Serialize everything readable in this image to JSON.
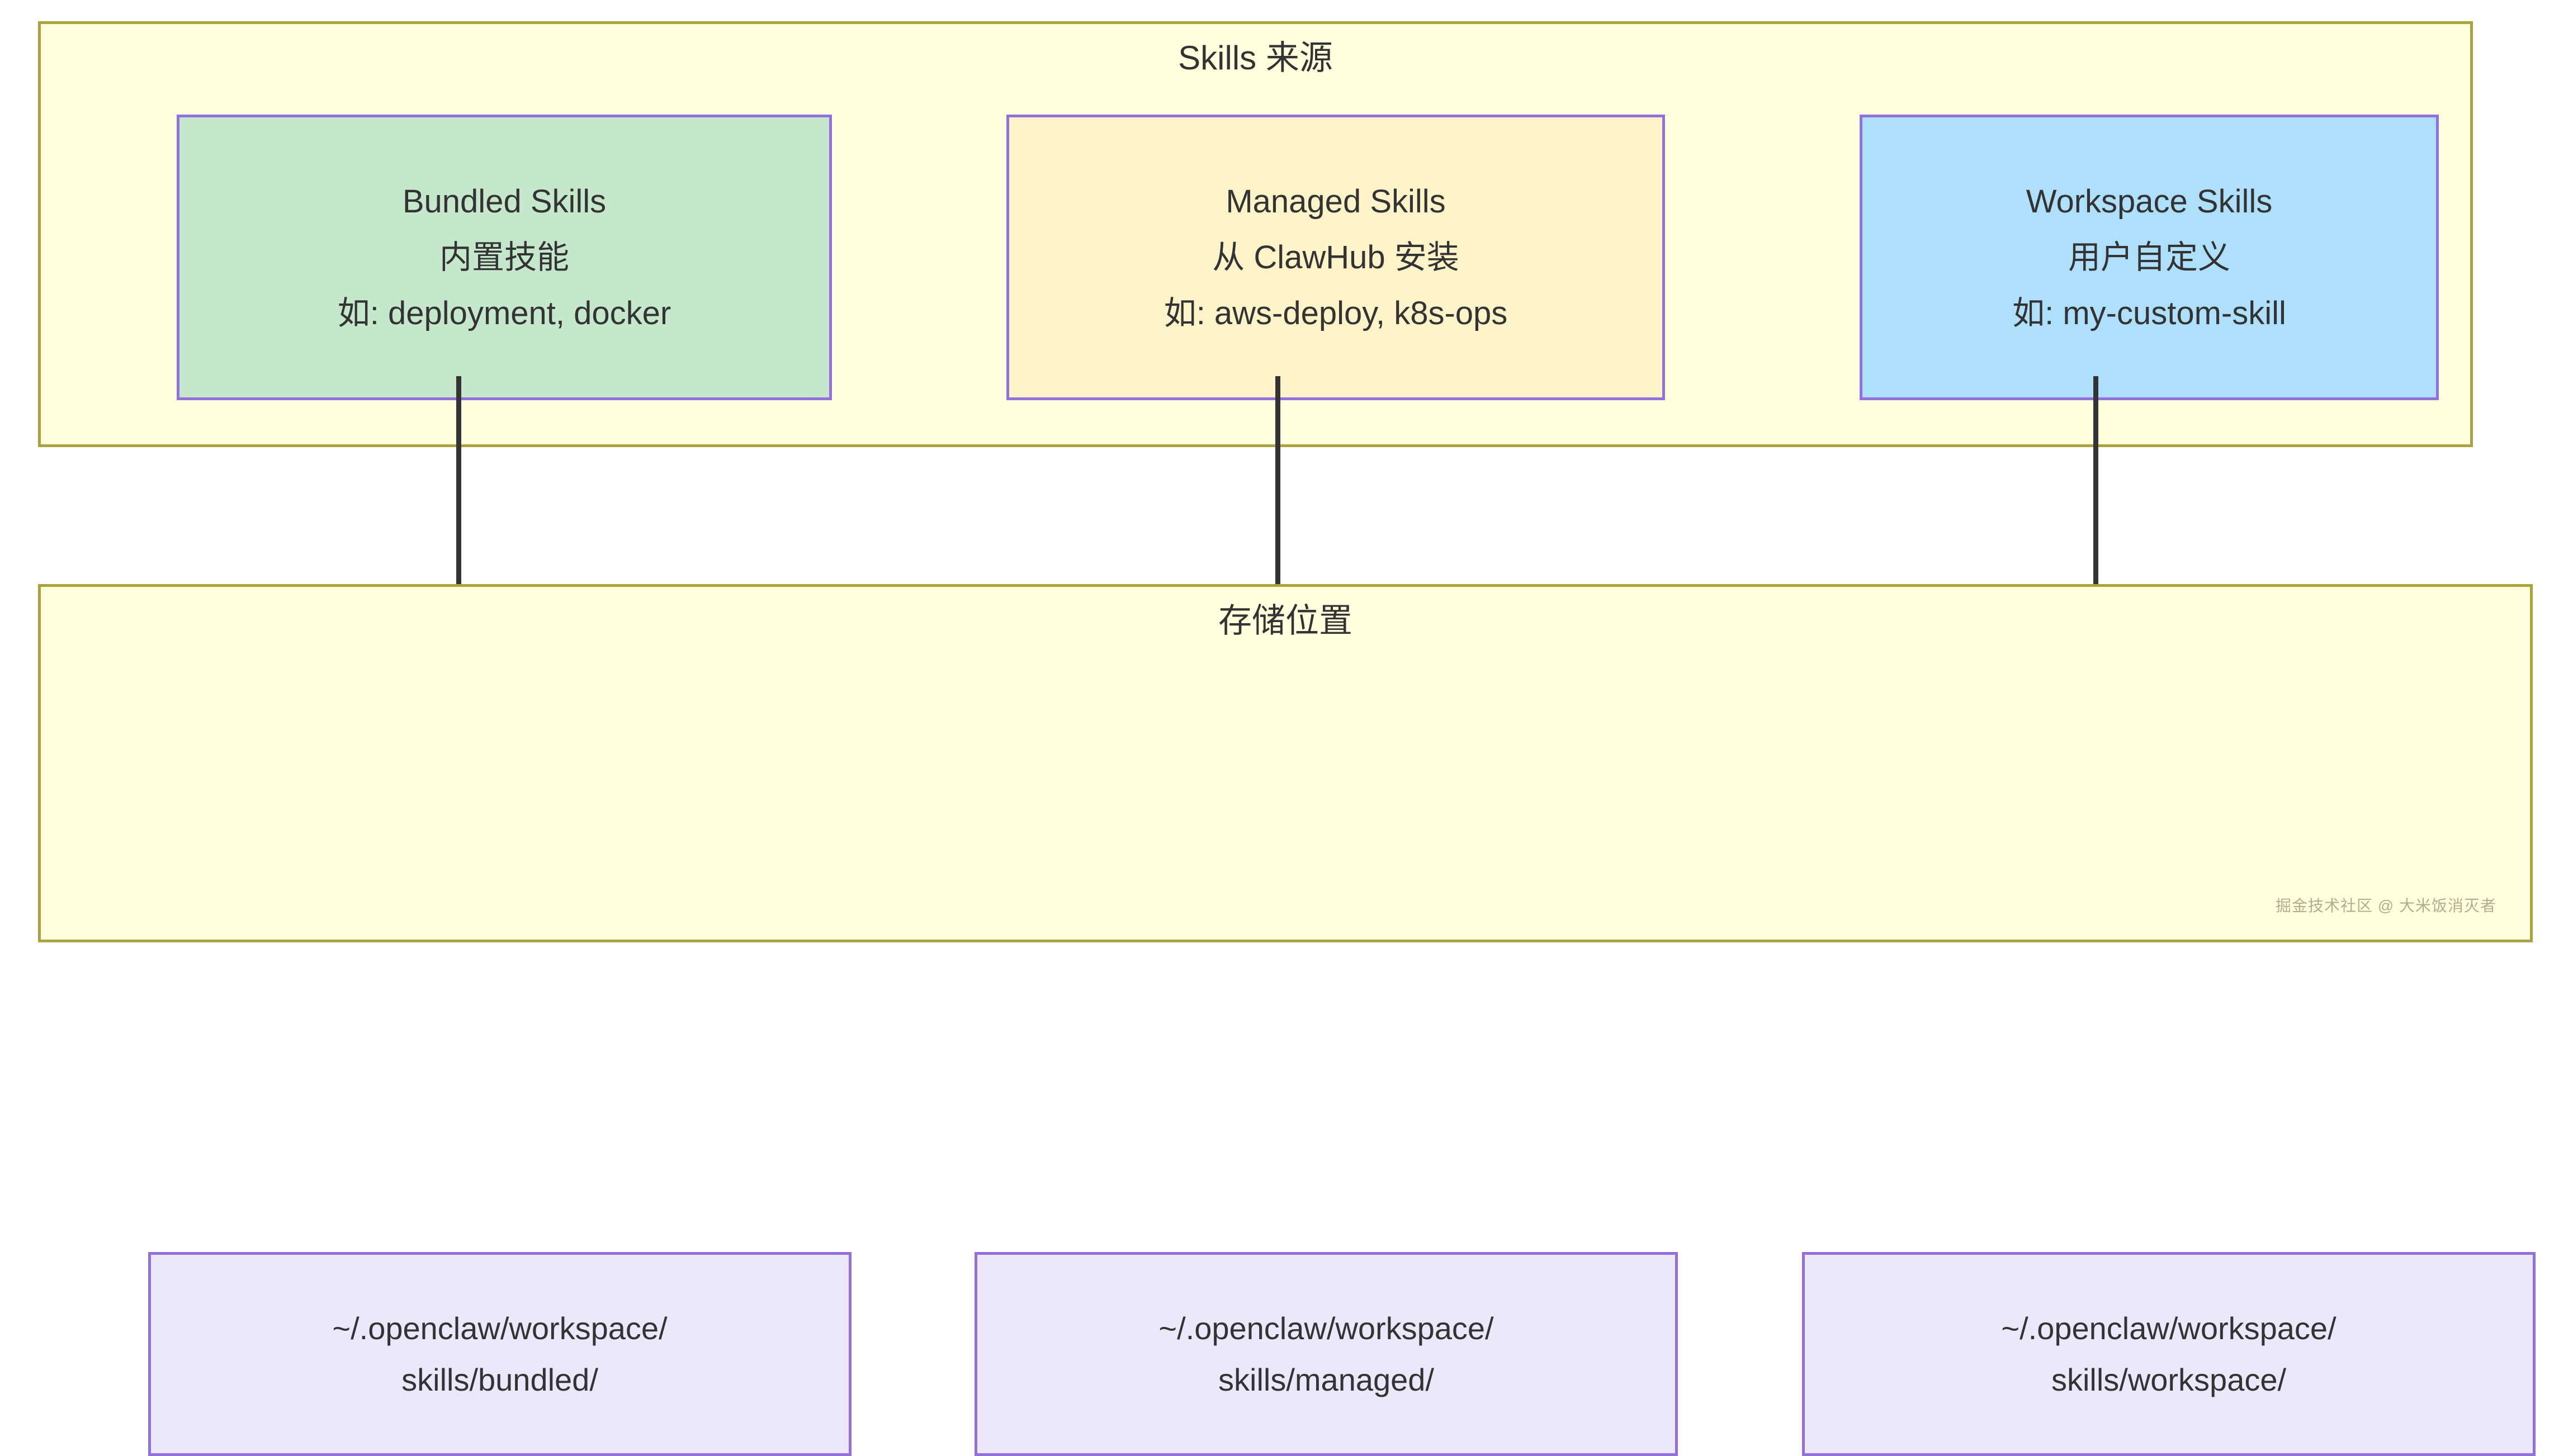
{
  "diagram": {
    "type": "flowchart",
    "direction": "top-to-bottom",
    "subgraphs": [
      {
        "id": "sources",
        "title": "Skills 来源",
        "nodes": [
          {
            "id": "bundled",
            "lines": [
              "Bundled Skills",
              "内置技能",
              "如: deployment, docker"
            ],
            "fill": "#c5e8cd",
            "stroke": "#9370db"
          },
          {
            "id": "managed",
            "lines": [
              "Managed Skills",
              "从 ClawHub 安装",
              "如: aws-deploy, k8s-ops"
            ],
            "fill": "#fcf3c9",
            "stroke": "#9370db"
          },
          {
            "id": "workspace",
            "lines": [
              "Workspace Skills",
              "用户自定义",
              "如: my-custom-skill"
            ],
            "fill": "#afe0fb",
            "stroke": "#9370db"
          }
        ]
      },
      {
        "id": "storage",
        "title": "存储位置",
        "nodes": [
          {
            "id": "path-bundled",
            "lines": [
              "~/.openclaw/workspace/",
              "skills/bundled/"
            ],
            "fill": "#ece8fc",
            "stroke": "#9370db"
          },
          {
            "id": "path-managed",
            "lines": [
              "~/.openclaw/workspace/",
              "skills/managed/"
            ],
            "fill": "#ece8fc",
            "stroke": "#9370db"
          },
          {
            "id": "path-workspace",
            "lines": [
              "~/.openclaw/workspace/",
              "skills/workspace/"
            ],
            "fill": "#ece8fc",
            "stroke": "#9370db"
          }
        ]
      }
    ],
    "edges": [
      {
        "id": "bundled-to-path",
        "from": "bundled",
        "to": "path-bundled",
        "style": "solid-arrow"
      },
      {
        "id": "managed-to-path",
        "from": "managed",
        "to": "path-managed",
        "style": "solid-arrow"
      },
      {
        "id": "workspace-to-path",
        "from": "workspace",
        "to": "path-workspace",
        "style": "solid-arrow"
      }
    ],
    "colors": {
      "subgraph_fill": "#ffffde",
      "subgraph_stroke": "#aaa33e",
      "node_stroke": "#9370db",
      "edge": "#333333",
      "text": "#333333"
    }
  },
  "watermark": {
    "text": "掘金技术社区 @ 大米饭消灭者"
  }
}
